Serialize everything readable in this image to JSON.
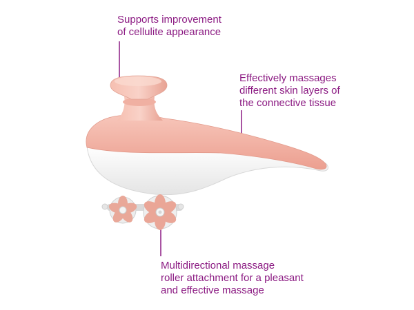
{
  "colors": {
    "accent": "#8b1a82",
    "shell_pink": "#f3b4a6",
    "shell_pink_dark": "#e79b8c",
    "body_white": "#f6f6f6",
    "body_shadow": "#dcdcdc"
  },
  "annotations": {
    "top": {
      "lines": [
        "Supports improvement",
        "of cellulite appearance"
      ]
    },
    "right": {
      "lines": [
        "Effectively massages",
        "different skin layers of",
        "the connective tissue"
      ]
    },
    "bottom": {
      "lines": [
        "Multidirectional massage",
        "roller attachment for a pleasant",
        "and effective massage"
      ]
    }
  }
}
